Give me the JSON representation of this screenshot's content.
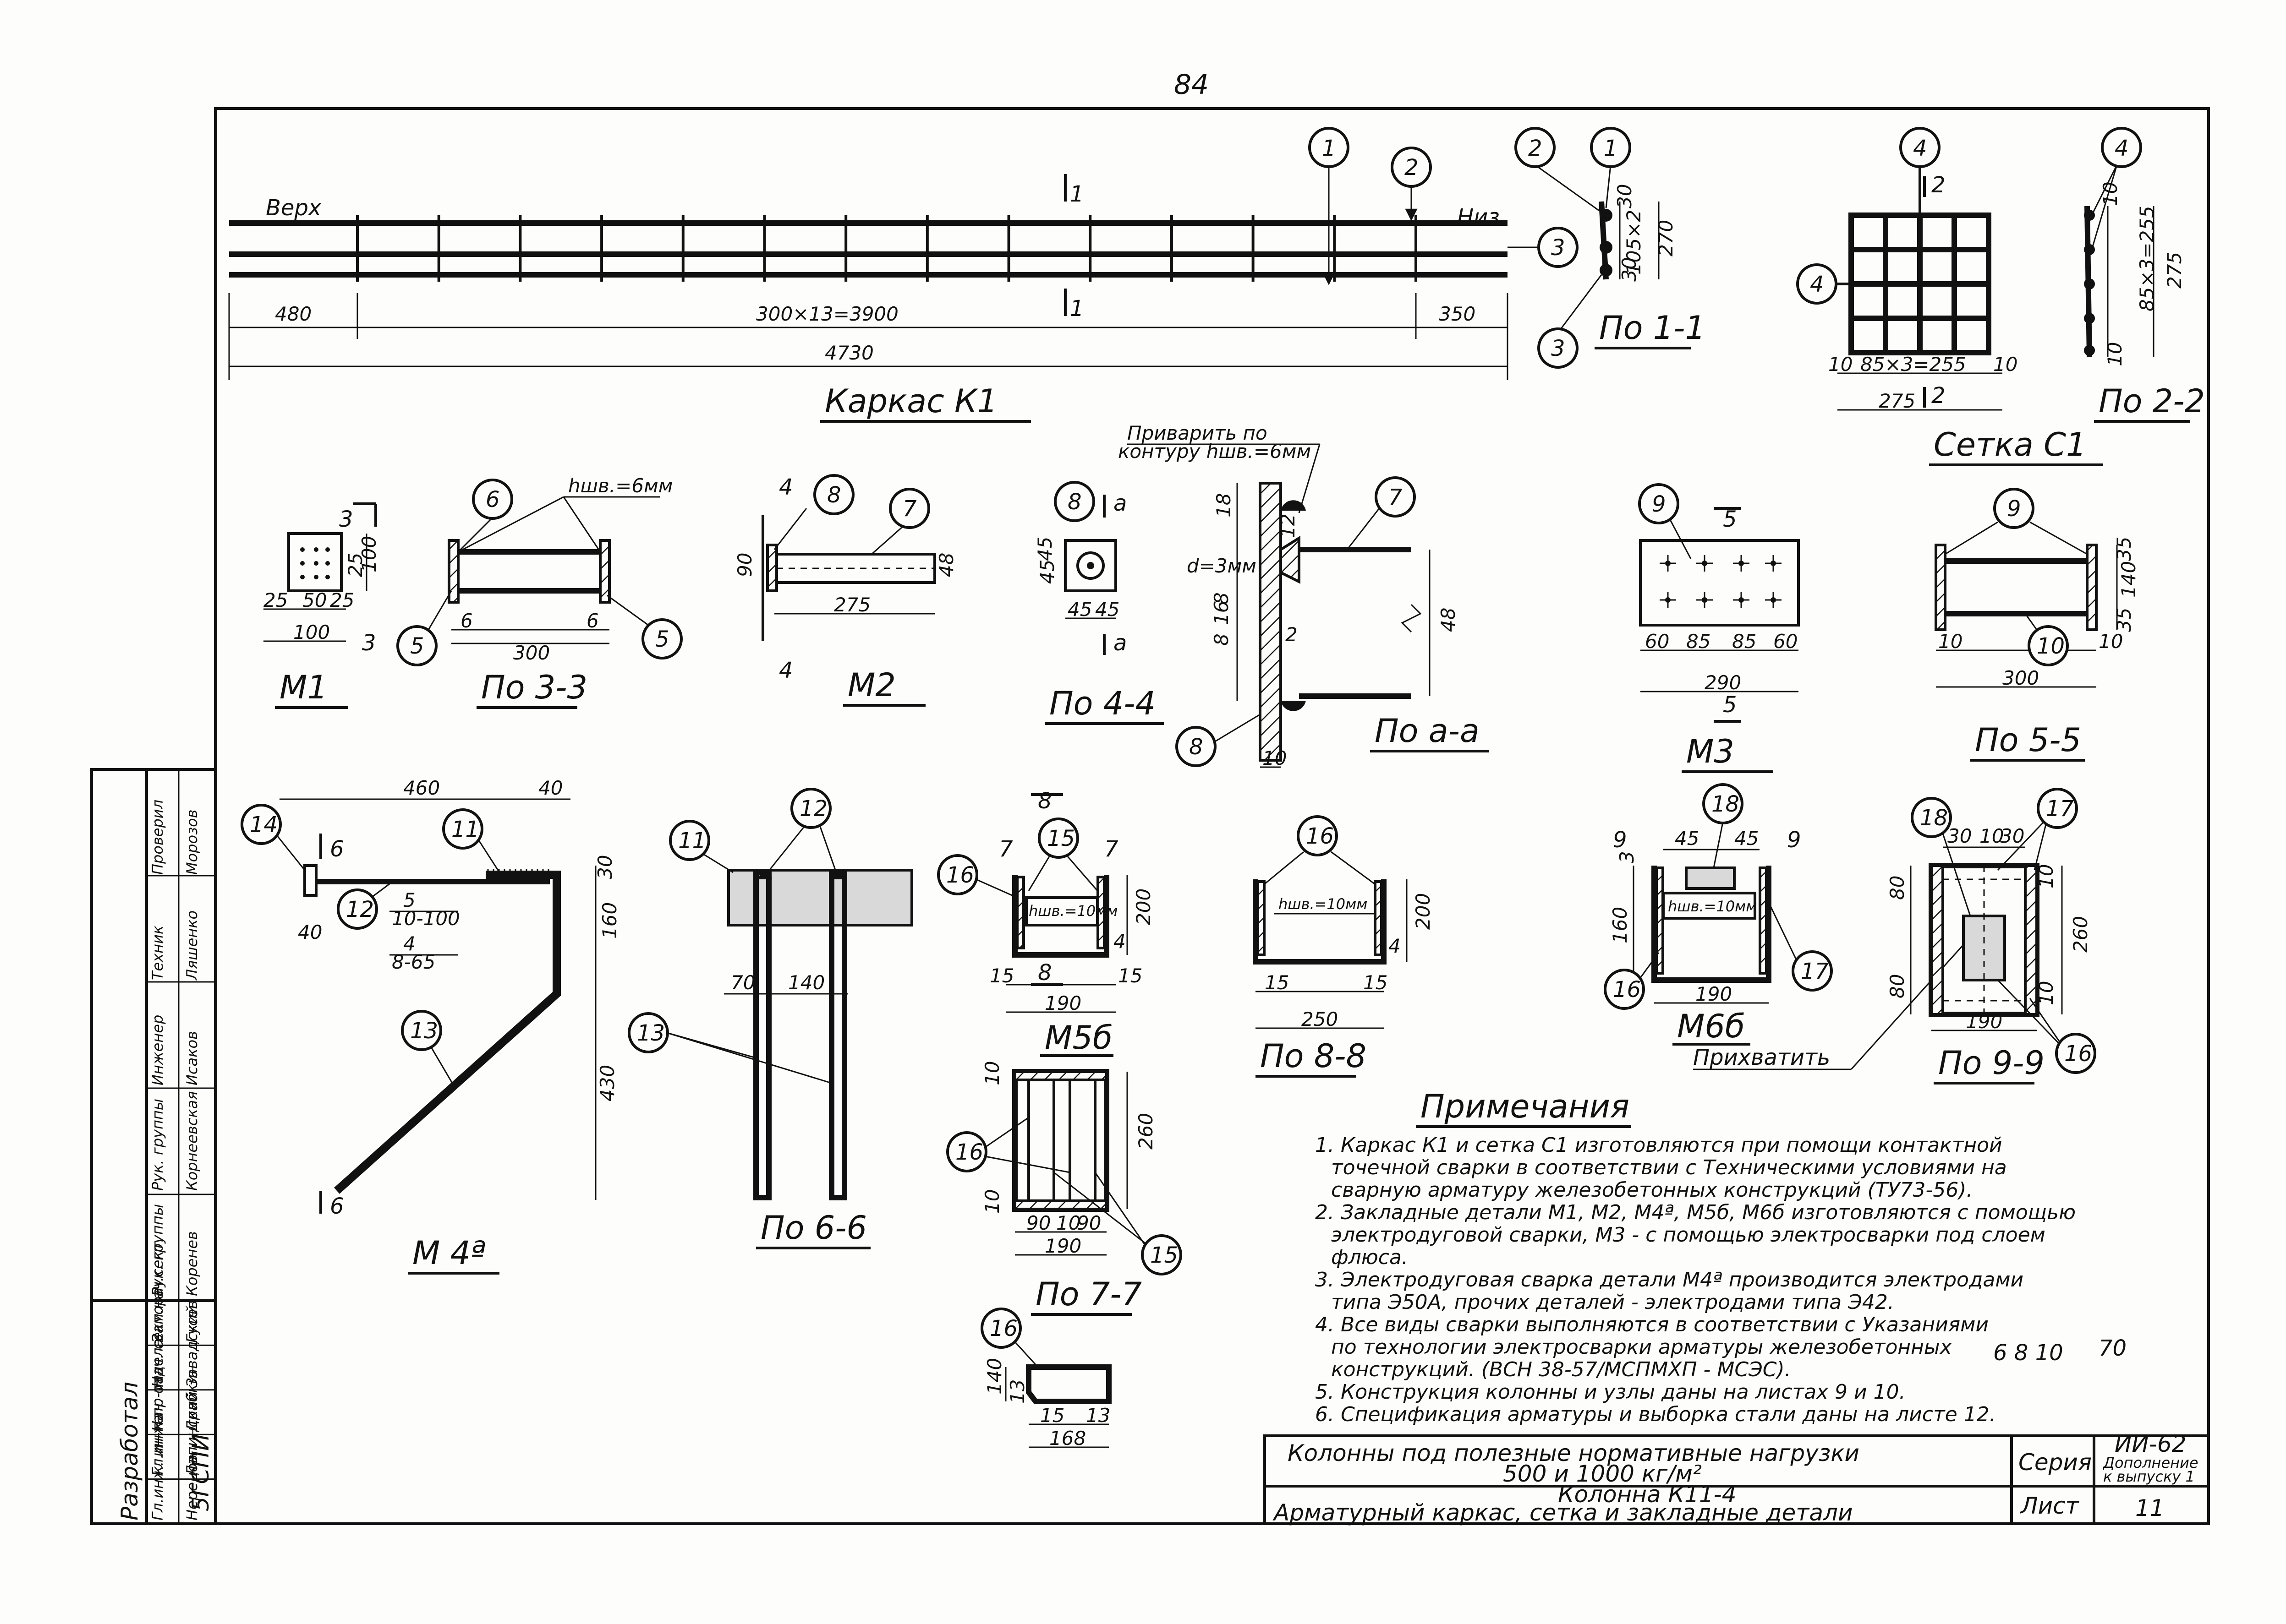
{
  "page_number": "84",
  "frame": {
    "labels": {
      "verh": "Верх",
      "niz": "Низ",
      "sec11": "1",
      "sec12": "2",
      "sec33": "3",
      "sec44": "4",
      "sec55": "5",
      "sec66": "6",
      "sec77": "7",
      "sec88": "8",
      "sec99": "9",
      "seca": "а"
    }
  },
  "karkas": {
    "title": "Каркас К1",
    "dims": {
      "d480": "480",
      "d3900": "300×13=3900",
      "d350": "350",
      "d4730": "4730"
    },
    "callouts": {
      "c1": "1",
      "c2": "2",
      "c3": "3"
    }
  },
  "po11": {
    "title": "По 1-1",
    "dims": {
      "d30a": "30",
      "d105": "105×2",
      "d30b": "30",
      "d270": "270"
    },
    "callouts": {
      "c1": "1",
      "c2": "2",
      "c3a": "3",
      "c3b": "3"
    }
  },
  "setka": {
    "title": "Сетка С1",
    "dims": {
      "d10a": "10",
      "d255": "85×3=255",
      "d10b": "10",
      "d275": "275"
    },
    "callouts": {
      "c4a": "4",
      "c4b": "4"
    }
  },
  "po22": {
    "title": "По 2-2",
    "dims": {
      "d10a": "10",
      "d255": "85×3=255",
      "d10b": "10",
      "d275": "275"
    },
    "callouts": {
      "c4": "4"
    }
  },
  "m1": {
    "title": "М1",
    "dims": {
      "d25a": "25",
      "d50": "50",
      "d25b": "25",
      "d100w": "100",
      "d25v": "25",
      "d100h": "100"
    }
  },
  "po33": {
    "title": "По 3-3",
    "weld": "hшв.=6мм",
    "dims": {
      "d6a": "6",
      "d300": "300",
      "d6b": "6"
    },
    "callouts": {
      "c5a": "5",
      "c5b": "5",
      "c6": "6"
    }
  },
  "m2": {
    "title": "М2",
    "dims": {
      "d90": "90",
      "d275": "275",
      "d48": "48"
    },
    "callouts": {
      "c7": "7",
      "c8": "8"
    }
  },
  "po44": {
    "title": "По 4-4",
    "dims": {
      "d45a": "45",
      "d45b": "45",
      "d45c": "45",
      "d45d": "45"
    },
    "callouts": {
      "c8": "8"
    }
  },
  "poaa": {
    "title": "По а-а",
    "note_line1": "Приварить по",
    "note_line2": "контуру hшв.=6мм",
    "dims": {
      "d18": "18",
      "d3mm": "d=3мм",
      "d8a": "8",
      "d16": "16",
      "d8b": "8",
      "d48": "48",
      "d10": "10",
      "d12a": "12",
      "d12b": "2"
    },
    "callouts": {
      "c7": "7",
      "c8": "8"
    }
  },
  "m3": {
    "title": "М3",
    "dims": {
      "d60a": "60",
      "d85a": "85",
      "d85b": "85",
      "d60b": "60",
      "d290": "290"
    },
    "callouts": {
      "c9": "9"
    }
  },
  "po55": {
    "title": "По 5-5",
    "dims": {
      "d35a": "35",
      "d140": "140",
      "d35b": "35",
      "d10a": "10",
      "d300": "300",
      "d10b": "10"
    },
    "callouts": {
      "c9": "9",
      "c10": "10"
    }
  },
  "m4a": {
    "title": "М 4ª",
    "dims": {
      "d460": "460",
      "d40a": "40",
      "d30": "30",
      "d160": "160",
      "d430": "430",
      "d40b": "40",
      "bar1": "5",
      "bar1b": "10-100",
      "bar2": "4",
      "bar2b": "8-65"
    },
    "callouts": {
      "c11": "11",
      "c12": "12",
      "c13": "13",
      "c14": "14"
    }
  },
  "po66": {
    "title": "По 6-6",
    "dims": {
      "d70": "70",
      "d140": "140"
    },
    "callouts": {
      "c11": "11",
      "c12": "12",
      "c13": "13"
    }
  },
  "m5b": {
    "title": "М5б",
    "weld": "hшв.=10мм",
    "dims": {
      "d200": "200",
      "d4": "4",
      "d15a": "15",
      "d15b": "15",
      "d190": "190"
    },
    "callouts": {
      "c15": "15",
      "c16": "16"
    }
  },
  "po77": {
    "title": "По 7-7",
    "dims": {
      "d10a": "10",
      "d260": "260",
      "d10b": "10",
      "d90a": "90",
      "d10c": "10",
      "d90b": "90",
      "d190": "190"
    },
    "callouts": {
      "c15": "15",
      "c16": "16"
    }
  },
  "po88": {
    "title": "По 8-8",
    "weld": "hшв.=10мм",
    "dims": {
      "d200": "200",
      "d4": "4",
      "d15a": "15",
      "d15b": "15",
      "d250": "250"
    },
    "callouts": {
      "c16": "16"
    }
  },
  "m6b": {
    "title": "М6б",
    "weld": "hшв.=10мм",
    "pripravit": "Прихватить",
    "dims": {
      "d3": "3",
      "d45a": "45",
      "d45b": "45",
      "d160": "160",
      "d190": "190"
    },
    "callouts": {
      "c16": "16",
      "c17": "17",
      "c18": "18"
    }
  },
  "po99": {
    "title": "По 9-9",
    "dims": {
      "d30a": "30",
      "d10a": "10",
      "d30b": "30",
      "d80a": "80",
      "d10b": "10",
      "d260": "260",
      "d80b": "80",
      "d10c": "10",
      "d190": "190"
    },
    "callouts": {
      "c16": "16",
      "c17": "17",
      "c18": "18"
    }
  },
  "plate16": {
    "dims": {
      "d140": "140",
      "d13a": "13",
      "d15": "15",
      "d13b": "13",
      "d168": "168"
    },
    "callouts": {
      "c16": "16"
    }
  },
  "notes": {
    "title": "Примечания",
    "lines": [
      "1. Каркас К1 и сетка С1 изготовляются при помощи контактной",
      "точечной сварки в соответствии с Техническими условиями на",
      "сварную арматуру железобетонных конструкций (ТУ73-56).",
      "2. Закладные детали М1, М2, М4ª, М5б, М6б изготовляются с помощью",
      "электродуговой сварки, М3 - с помощью электросварки под слоем",
      "флюса.",
      "3. Электродуговая сварка детали М4ª производится электродами",
      "типа Э50А, прочих деталей - электродами типа Э42.",
      "4. Все виды сварки выполняются в соответствии с Указаниями",
      "по технологии электросварки арматуры железобетонных",
      "конструкций. (ВСН 38-57/МСПМХП - МСЭС).",
      "5. Конструкция колонны и узлы даны на листах 9 и 10.",
      "6. Спецификация арматуры и выборка стали даны на листе 12."
    ],
    "hand_6810": "6 8 10",
    "hand_70": "70"
  },
  "title_block": {
    "line1": "Колонны под полезные нормативные нагрузки",
    "line2": "500 и 1000 кг/м²",
    "line3": "Колонна К11-4",
    "line4": "Арматурный каркас, сетка и закладные детали",
    "series_label": "Серия",
    "series_value1": "ИИ-62",
    "series_value2": "Дополнение",
    "series_value3": "к выпуску 1",
    "sheet_label": "Лист",
    "sheet_value": "11"
  },
  "stamp": {
    "org1": "Разработал",
    "org2": "5ГСПИ",
    "rows": [
      [
        "Гл.инж. ин-та",
        "Нерецов"
      ],
      [
        "Гл.инж.пр-та",
        "Лапинский"
      ],
      [
        "Нач. отдела",
        "Драбкин"
      ],
      [
        "Нач. сектора",
        "Завадский"
      ],
      [
        "Зам.нач.сект.",
        "Гусев"
      ]
    ],
    "rows2": [
      [
        "Рук. группы",
        "Коренев"
      ],
      [
        "Рук. группы",
        "Корнеевская"
      ],
      [
        "Инженер",
        "Исаков"
      ],
      [
        "Техник",
        "Ляшенко"
      ],
      [
        "Проверил",
        "Морозов"
      ]
    ]
  }
}
